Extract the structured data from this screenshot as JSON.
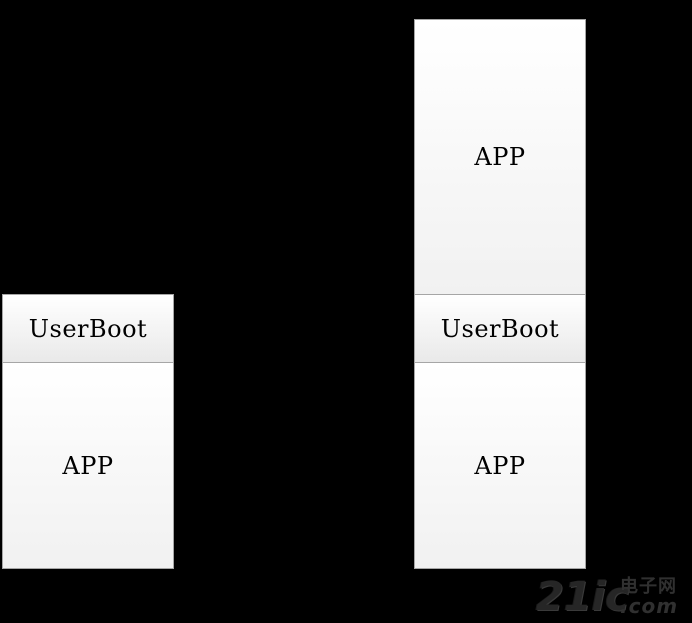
{
  "diagram": {
    "left_stack": {
      "userboot_label": "UserBoot",
      "app_label": "APP"
    },
    "right_stack": {
      "app_top_label": "APP",
      "userboot_label": "UserBoot",
      "app_bottom_label": "APP"
    }
  },
  "watermark": {
    "brand": "21ic",
    "chinese": "电子网",
    "domain": ".com"
  },
  "colors": {
    "background": "#000000",
    "block_fill": "#ffffff",
    "block_border": "#a6a6a6"
  }
}
